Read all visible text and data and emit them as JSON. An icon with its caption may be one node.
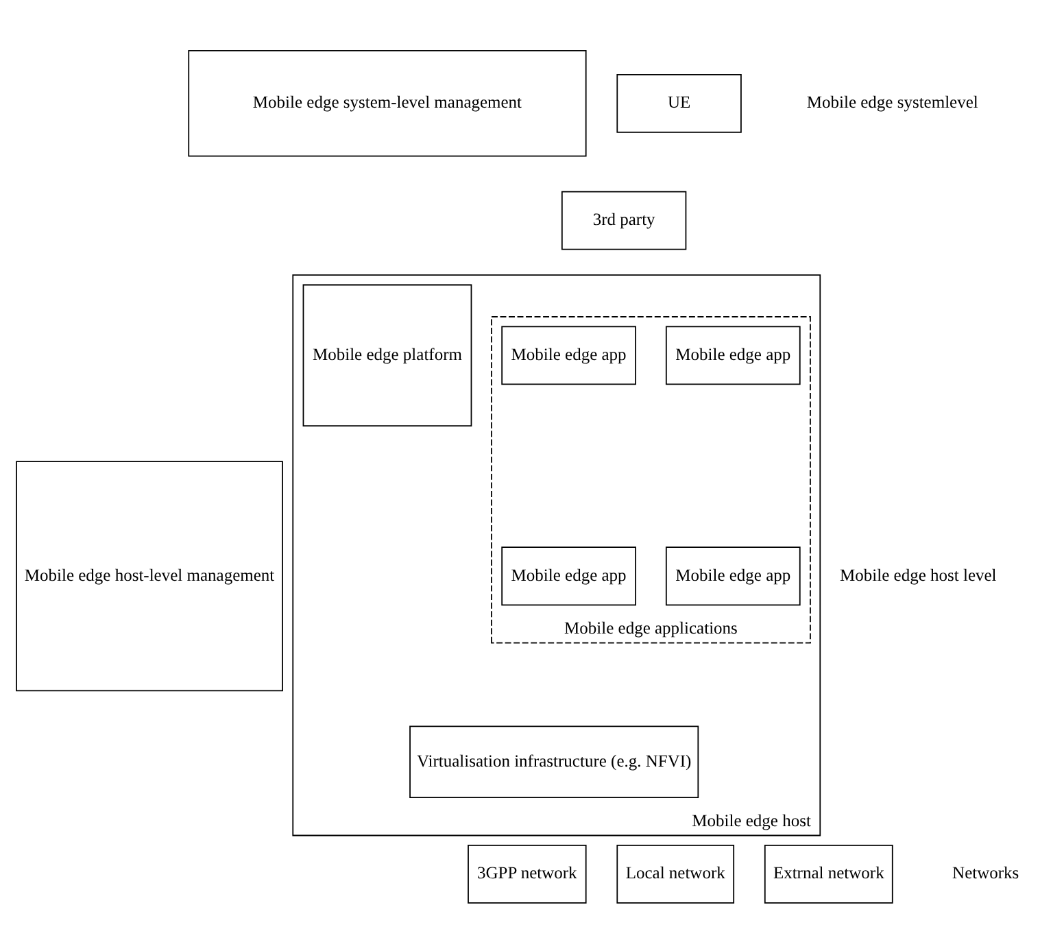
{
  "diagram": {
    "nodes": [
      {
        "text": [
          "UE"
        ]
      },
      {
        "text": [
          "3rd party"
        ]
      },
      {
        "text": [
          "Mobile edge system-level management"
        ]
      },
      {
        "text": [
          "Mobile edge host"
        ]
      },
      {
        "text": [
          "Mobile edge applications"
        ],
        "in": 3
      },
      {
        "text": [
          "Mobile edge app"
        ],
        "in": 4
      },
      {
        "text": [
          "Mobile edge app"
        ],
        "in": 4
      },
      {
        "text": [
          "Mobile edge app"
        ],
        "in": 4
      },
      {
        "text": [
          "Mobile edge app"
        ],
        "in": 4
      },
      {
        "text": [
          "Mobile edge platform"
        ],
        "in": 3
      },
      {
        "text": [
          "Virtualisation infrastructure (e.g. NFVI)"
        ],
        "in": 3
      },
      {
        "text": [
          "Mobile edge host-level management"
        ]
      },
      {
        "text": [
          "3GPP network"
        ]
      },
      {
        "text": [
          "Local network"
        ]
      },
      {
        "text": [
          "Extrnal network"
        ]
      }
    ],
    "edges": [],
    "labels": [
      "Mobile edge systemlevel",
      "Mobile edge host level",
      "Networks"
    ]
  }
}
